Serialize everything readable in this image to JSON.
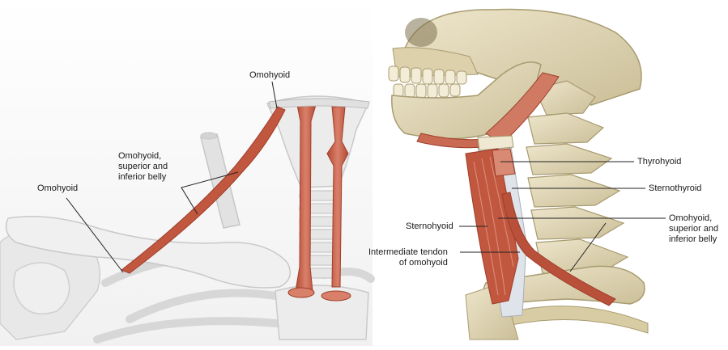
{
  "left_panel": {
    "labels": {
      "omohyoid_top": "Omohyoid",
      "omohyoid_belly_line1": "Omohyoid,",
      "omohyoid_belly_line2": "superior and",
      "omohyoid_belly_line3": "inferior belly",
      "omohyoid_left": "Omohyoid"
    }
  },
  "right_panel": {
    "labels": {
      "thyrohyoid": "Thyrohyoid",
      "sternothyroid": "Sternothyroid",
      "sternohyoid": "Sternohyoid",
      "intermediate_line1": "Intermediate tendon",
      "intermediate_line2": "of omohyoid",
      "omohyoid_belly_line1": "Omohyoid,",
      "omohyoid_belly_line2": "superior and",
      "omohyoid_belly_line3": "inferior belly"
    }
  },
  "colors": {
    "muscle": "#c2573f",
    "muscle_light": "#d9806a",
    "bone": "#e5dcc0",
    "bone_shade": "#c9bd97",
    "faded_bone": "#e9e9e9",
    "leader": "#222222"
  }
}
